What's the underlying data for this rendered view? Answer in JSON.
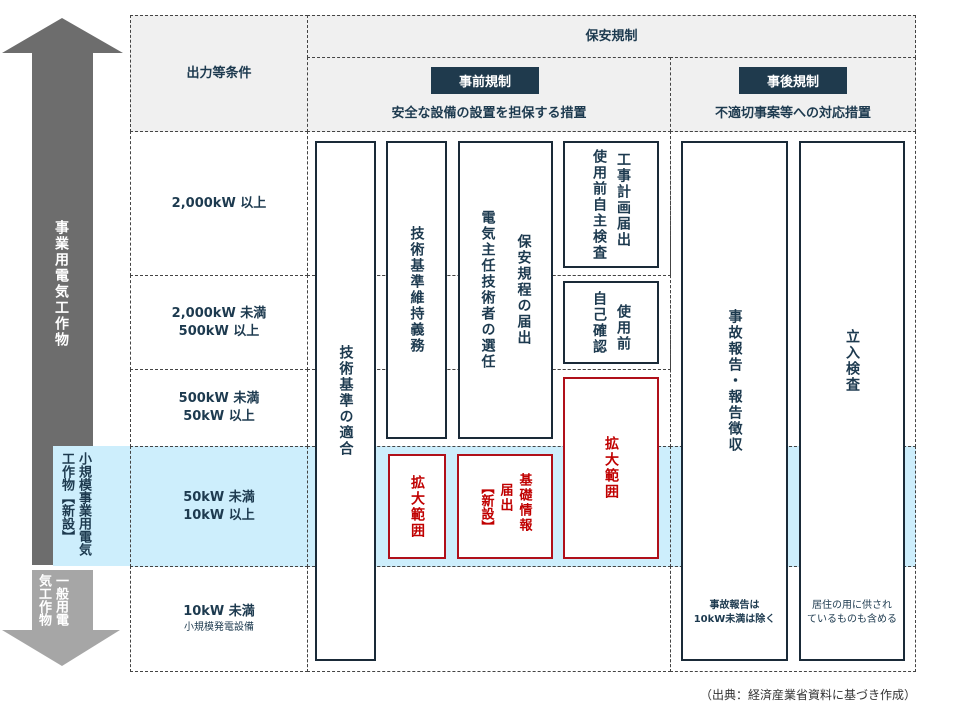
{
  "left_labels": {
    "business": "事業用電気工作物",
    "small_business": "小規模事業用電気工作物【新設】",
    "general": "一般用電気工作物"
  },
  "header": {
    "condition": "出力等条件",
    "safety": "保安規制",
    "pre": {
      "badge": "事前規制",
      "desc": "安全な設備の設置を担保する措置"
    },
    "post": {
      "badge": "事後規制",
      "desc": "不適切事案等への対応措置"
    }
  },
  "rows": [
    {
      "line1": "2,000kW 以上",
      "line2": ""
    },
    {
      "line1": "2,000kW 未満",
      "line2": "500kW 以上"
    },
    {
      "line1": "500kW 未満",
      "line2": "50kW 以上"
    },
    {
      "line1": "50kW 未満",
      "line2": "10kW 以上"
    },
    {
      "line1": "10kW 未満",
      "line2": "小規模発電設備"
    }
  ],
  "boxes": {
    "tech_conformity": "技術基準の適合",
    "tech_maintenance": "技術基準維持義務",
    "chief_engineer": "電気主任技術者の選任",
    "safety_rules": "保安規程の届出",
    "construction_plan": "工事計画届出",
    "self_inspection": "使用前自主検査",
    "pre_use": "使用前",
    "self_check": "自己確認",
    "expanded": "拡大範囲",
    "basic_info1": "基礎情報",
    "basic_info2": "届出",
    "basic_info3": "【新設】",
    "accident": "事故報告・報告徴収",
    "accident_note1": "事故報告は",
    "accident_note2": "10kW未満は除く",
    "inspection": "立入検査",
    "inspection_note1": "居住の用に供され",
    "inspection_note2": "ているものも含める"
  },
  "source": "（出典：経済産業省資料に基づき作成）",
  "colors": {
    "navy": "#1f3a4d",
    "red": "#c00000",
    "blue_band": "#cdeefc",
    "arrow_dark": "#6d6d6d",
    "arrow_light": "#a6a6a6"
  }
}
